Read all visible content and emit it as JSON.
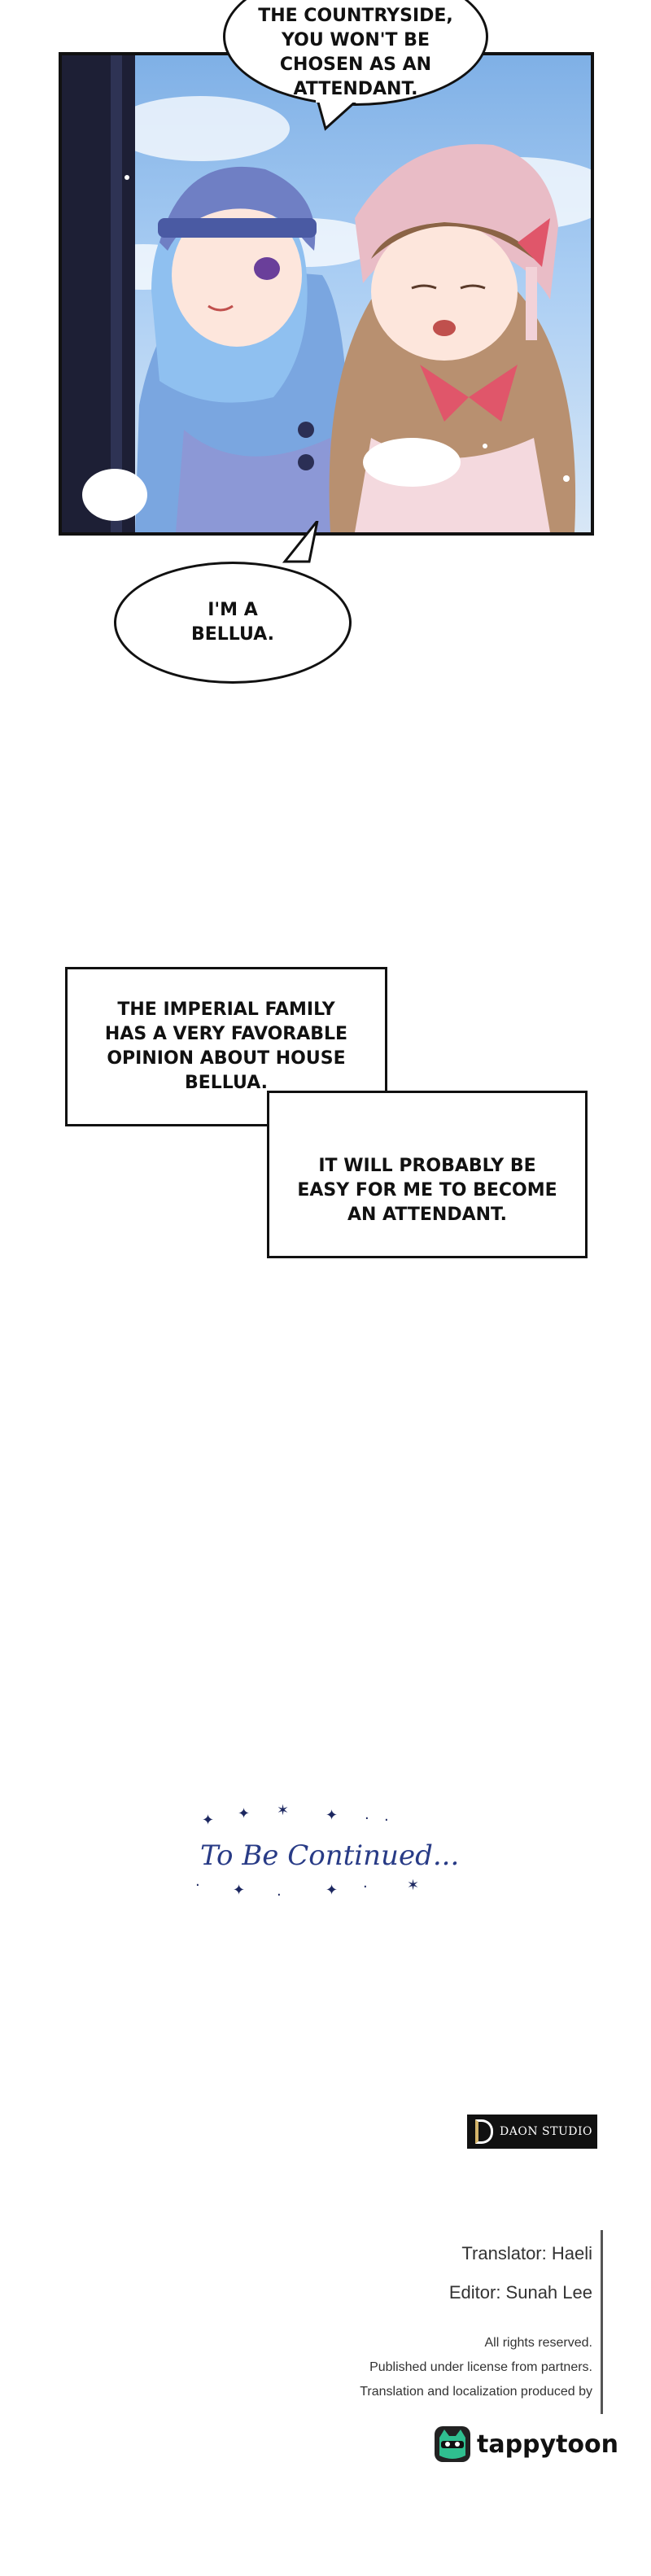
{
  "bubbles": {
    "top": "THE COUNTRYSIDE, YOU WON'T BE CHOSEN AS AN ATTENDANT.",
    "bellua": "I'M A BELLUA."
  },
  "narration": {
    "box1": "THE IMPERIAL FAMILY HAS A VERY FAVORABLE OPINION ABOUT HOUSE BELLUA.",
    "box2": "IT WILL PROBABLY BE EASY FOR ME TO BECOME AN ATTENDANT."
  },
  "ending": "To Be Continued...",
  "studio": "DAON STUDIO",
  "credits": {
    "translator": "Translator: Haeli",
    "editor": "Editor: Sunah Lee",
    "rights": "All rights reserved.",
    "license": "Published under license from partners.",
    "localization": "Translation and localization produced by"
  },
  "publisher": "tappytoon",
  "colors": {
    "ending_text": "#283b86",
    "sky": "#7fb0e6",
    "hood_blue": "#6f7fc4",
    "hood_pink": "#e9bcc6",
    "ribbon": "#e0566a"
  }
}
